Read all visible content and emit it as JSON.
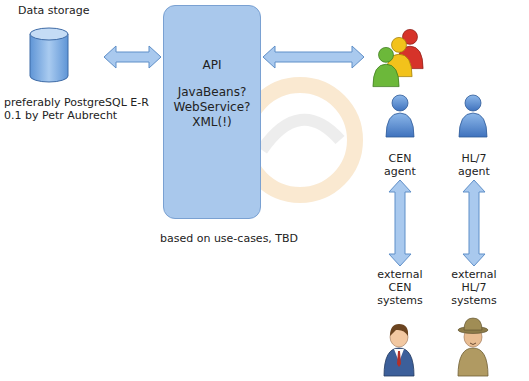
{
  "diagram": {
    "nodes": [
      {
        "text": [
          "Data storage"
        ]
      },
      {
        "text": [
          "API",
          "JavaBeans? WebService? XML(!)"
        ]
      },
      {
        "text": [
          "CEN agent"
        ]
      },
      {
        "text": [
          "HL/7 agent"
        ]
      },
      {
        "text": [
          "external CEN systems"
        ]
      },
      {
        "text": [
          "external HL/7 systems"
        ]
      }
    ],
    "edges": [
      {
        "from": 0,
        "to": 1,
        "arrow": "both"
      },
      {
        "from": 1,
        "to": 2,
        "arrow": "both"
      },
      {
        "from": 2,
        "to": 4,
        "arrow": "both"
      },
      {
        "from": 3,
        "to": 5,
        "arrow": "both"
      }
    ],
    "labels": [
      "preferably PostgreSQL E-R 0.1 by Petr Aubrecht",
      "based on use-cases, TBD"
    ]
  }
}
